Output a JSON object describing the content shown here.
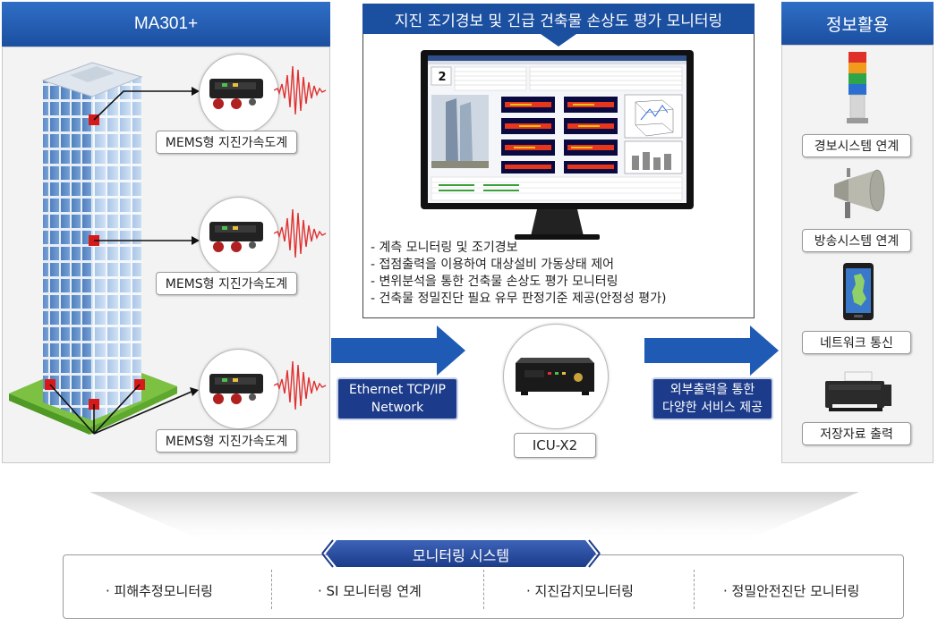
{
  "left_panel": {
    "title": "MA301+",
    "sensor_label": "MEMS형 지진가속도계",
    "sensors": [
      {
        "label": "MEMS형 지진가속도계"
      },
      {
        "label": "MEMS형 지진가속도계"
      },
      {
        "label": "MEMS형 지진가속도계"
      }
    ]
  },
  "center_panel": {
    "title": "지진 조기경보 및 긴급 건축물 손상도 평가 모니터링",
    "features": [
      "- 계측 모니터링 및 조기경보",
      "- 접점출력을 이용하여 대상설비 가동상태 제어",
      "- 변위분석을 통한 건축물 손상도 평가 모니터링",
      "- 건축물 정밀진단 필요 유무 판정기준 제공(안정성 평가)"
    ],
    "screen": {
      "counter_value": "2"
    }
  },
  "device": {
    "label": "ICU-X2"
  },
  "links": {
    "left": [
      "Ethernet TCP/IP",
      "Network"
    ],
    "right": [
      "외부출력을 통한",
      "다양한 서비스 제공"
    ]
  },
  "right_panel": {
    "title": "정보활용",
    "items": [
      {
        "label": "경보시스템 연계",
        "icon": "signal-tower-icon"
      },
      {
        "label": "방송시스템 연계",
        "icon": "loudspeaker-icon"
      },
      {
        "label": "네트워크 통신",
        "icon": "smartphone-map-icon"
      },
      {
        "label": "저장자료 출력",
        "icon": "printer-icon"
      }
    ]
  },
  "monitoring_system": {
    "title": "모니터링 시스템",
    "items": [
      "· 피해추정모니터링",
      "· SI 모니터링 연계",
      "· 지진감지모니터링",
      "· 정밀안전진단 모니터링"
    ]
  },
  "colors": {
    "header_blue": "#2563b8",
    "navy": "#1c3b8a",
    "arrow_blue": "#1f5bb5",
    "wave_red": "#e03030",
    "sensor_red": "#d61a1a",
    "grass_green": "#7cc142"
  }
}
